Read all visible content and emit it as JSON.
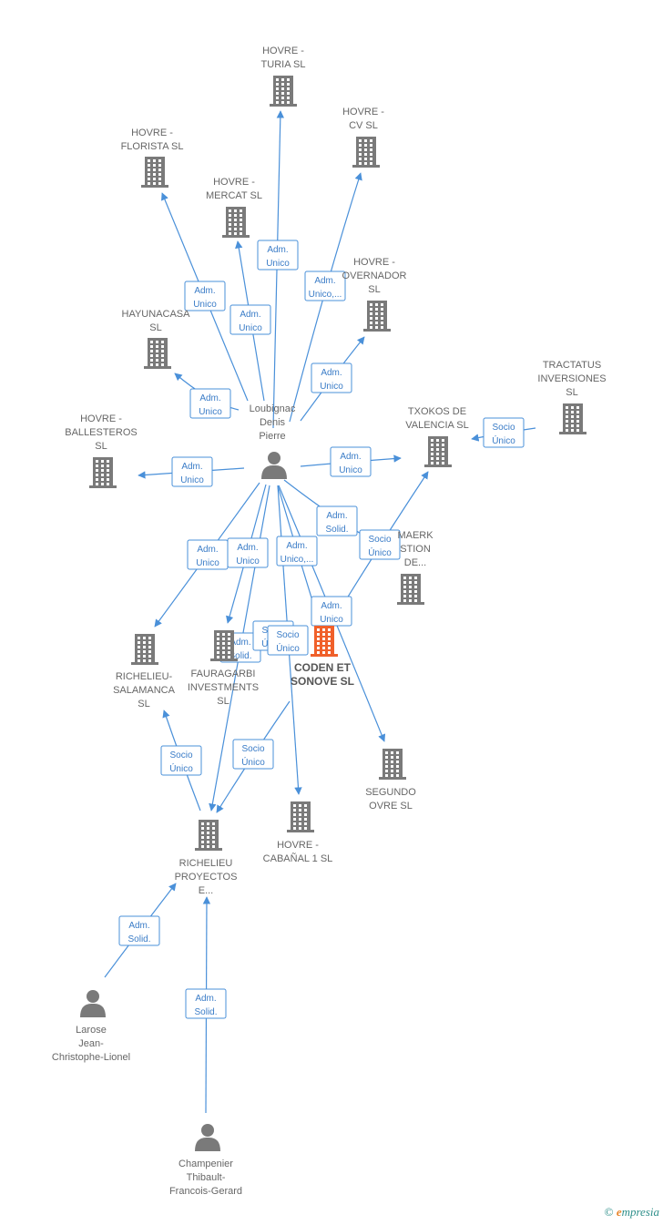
{
  "colors": {
    "edge": "#4a90d9",
    "node": "#7a7a7a",
    "highlight": "#f0602a",
    "label_text": "#666666",
    "footer": "#2e8f8a"
  },
  "nodes": [
    {
      "id": "turia",
      "type": "company",
      "lines": [
        "HOVRE -",
        "TURIA  SL"
      ]
    },
    {
      "id": "cv",
      "type": "company",
      "lines": [
        "HOVRE -",
        "CV  SL"
      ]
    },
    {
      "id": "florista",
      "type": "company",
      "lines": [
        "HOVRE -",
        "FLORISTA  SL"
      ]
    },
    {
      "id": "mercat",
      "type": "company",
      "lines": [
        "HOVRE -",
        "MERCAT  SL"
      ]
    },
    {
      "id": "gobernador",
      "type": "company",
      "lines": [
        "HOVRE -",
        "OVERNADOR",
        "SL"
      ]
    },
    {
      "id": "hayuna",
      "type": "company",
      "lines": [
        "HAYUNACASA",
        "SL"
      ]
    },
    {
      "id": "tractatus",
      "type": "company",
      "lines": [
        "TRACTATUS",
        "INVERSIONES",
        "SL"
      ]
    },
    {
      "id": "txokos",
      "type": "company",
      "lines": [
        "TXOKOS DE",
        "VALENCIA  SL"
      ]
    },
    {
      "id": "ballesteros",
      "type": "company",
      "lines": [
        "HOVRE -",
        "BALLESTEROS",
        "SL"
      ]
    },
    {
      "id": "loubignac",
      "type": "person",
      "lines": [
        "Loubignac",
        "Denis",
        "Pierre"
      ]
    },
    {
      "id": "maerk",
      "type": "company",
      "lines": [
        "MAERK",
        "STION",
        "DE..."
      ]
    },
    {
      "id": "salamanca",
      "type": "company",
      "lines": [
        "RICHELIEU-",
        "SALAMANCA",
        "SL"
      ]
    },
    {
      "id": "fauragarbi",
      "type": "company",
      "lines": [
        "FAURAGARBI",
        "INVESTMENTS",
        "SL"
      ]
    },
    {
      "id": "coden",
      "type": "company",
      "highlight": true,
      "lines": [
        "CODEN ET",
        "SONOVE  SL"
      ]
    },
    {
      "id": "segundo",
      "type": "company",
      "lines": [
        "SEGUNDO",
        "OVRE  SL"
      ]
    },
    {
      "id": "cabanal",
      "type": "company",
      "lines": [
        "HOVRE -",
        "CABAÑAL 1  SL"
      ]
    },
    {
      "id": "proyectos",
      "type": "company",
      "lines": [
        "RICHELIEU",
        "PROYECTOS",
        "E..."
      ]
    },
    {
      "id": "larose",
      "type": "person",
      "lines": [
        "Larose",
        "Jean-",
        "Christophe-Lionel"
      ]
    },
    {
      "id": "champenier",
      "type": "person",
      "lines": [
        "Champenier",
        "Thibault-",
        "Francois-Gerard"
      ]
    }
  ],
  "edges": [
    {
      "from": "loubignac",
      "to": "turia",
      "label": [
        "Adm.",
        "Unico"
      ]
    },
    {
      "from": "loubignac",
      "to": "cv",
      "label": [
        "Adm.",
        "Unico,..."
      ]
    },
    {
      "from": "loubignac",
      "to": "florista",
      "label": [
        "Adm.",
        "Unico"
      ]
    },
    {
      "from": "loubignac",
      "to": "mercat",
      "label": [
        "Adm.",
        "Unico"
      ]
    },
    {
      "from": "loubignac",
      "to": "gobernador",
      "label": [
        "Adm.",
        "Unico"
      ]
    },
    {
      "from": "loubignac",
      "to": "hayuna",
      "label": [
        "Adm.",
        "Unico"
      ]
    },
    {
      "from": "loubignac",
      "to": "txokos",
      "label": [
        "Adm.",
        "Unico"
      ]
    },
    {
      "from": "loubignac",
      "to": "ballesteros",
      "label": [
        "Adm.",
        "Unico"
      ]
    },
    {
      "from": "tractatus",
      "to": "txokos",
      "label": [
        "Socio",
        "Único"
      ]
    },
    {
      "from": "loubignac",
      "to": "salamanca",
      "label": [
        "Adm.",
        "Unico"
      ]
    },
    {
      "from": "loubignac",
      "to": "fauragarbi",
      "label": [
        "Adm.",
        "Unico"
      ]
    },
    {
      "from": "loubignac",
      "to": "coden",
      "label": [
        "Adm.",
        "Unico,..."
      ]
    },
    {
      "from": "loubignac",
      "to": "maerk",
      "label": [
        "Adm.",
        "Solid."
      ]
    },
    {
      "from": "coden",
      "to": "txokos",
      "label": [
        "Socio",
        "Único"
      ]
    },
    {
      "from": "loubignac",
      "to": "segundo",
      "label": [
        "Adm.",
        "Unico"
      ]
    },
    {
      "from": "loubignac",
      "to": "proyectos",
      "label": [
        "Adm.",
        "Solid."
      ]
    },
    {
      "from": "fauragarbi",
      "to": "coden",
      "label": [
        "Socio",
        "Único"
      ]
    },
    {
      "from": "loubignac",
      "to": "cabanal",
      "label": [
        "Socio",
        "Único"
      ]
    },
    {
      "from": "proyectos",
      "to": "salamanca",
      "label": [
        "Socio",
        "Único"
      ]
    },
    {
      "from": "coden",
      "to": "proyectos",
      "label": [
        "Socio",
        "Único"
      ]
    },
    {
      "from": "larose",
      "to": "proyectos",
      "label": [
        "Adm.",
        "Solid."
      ]
    },
    {
      "from": "champenier",
      "to": "proyectos",
      "label": [
        "Adm.",
        "Solid."
      ]
    }
  ],
  "footer": {
    "copyright": "©",
    "brand_initial": "e",
    "brand_rest": "mpresia"
  }
}
